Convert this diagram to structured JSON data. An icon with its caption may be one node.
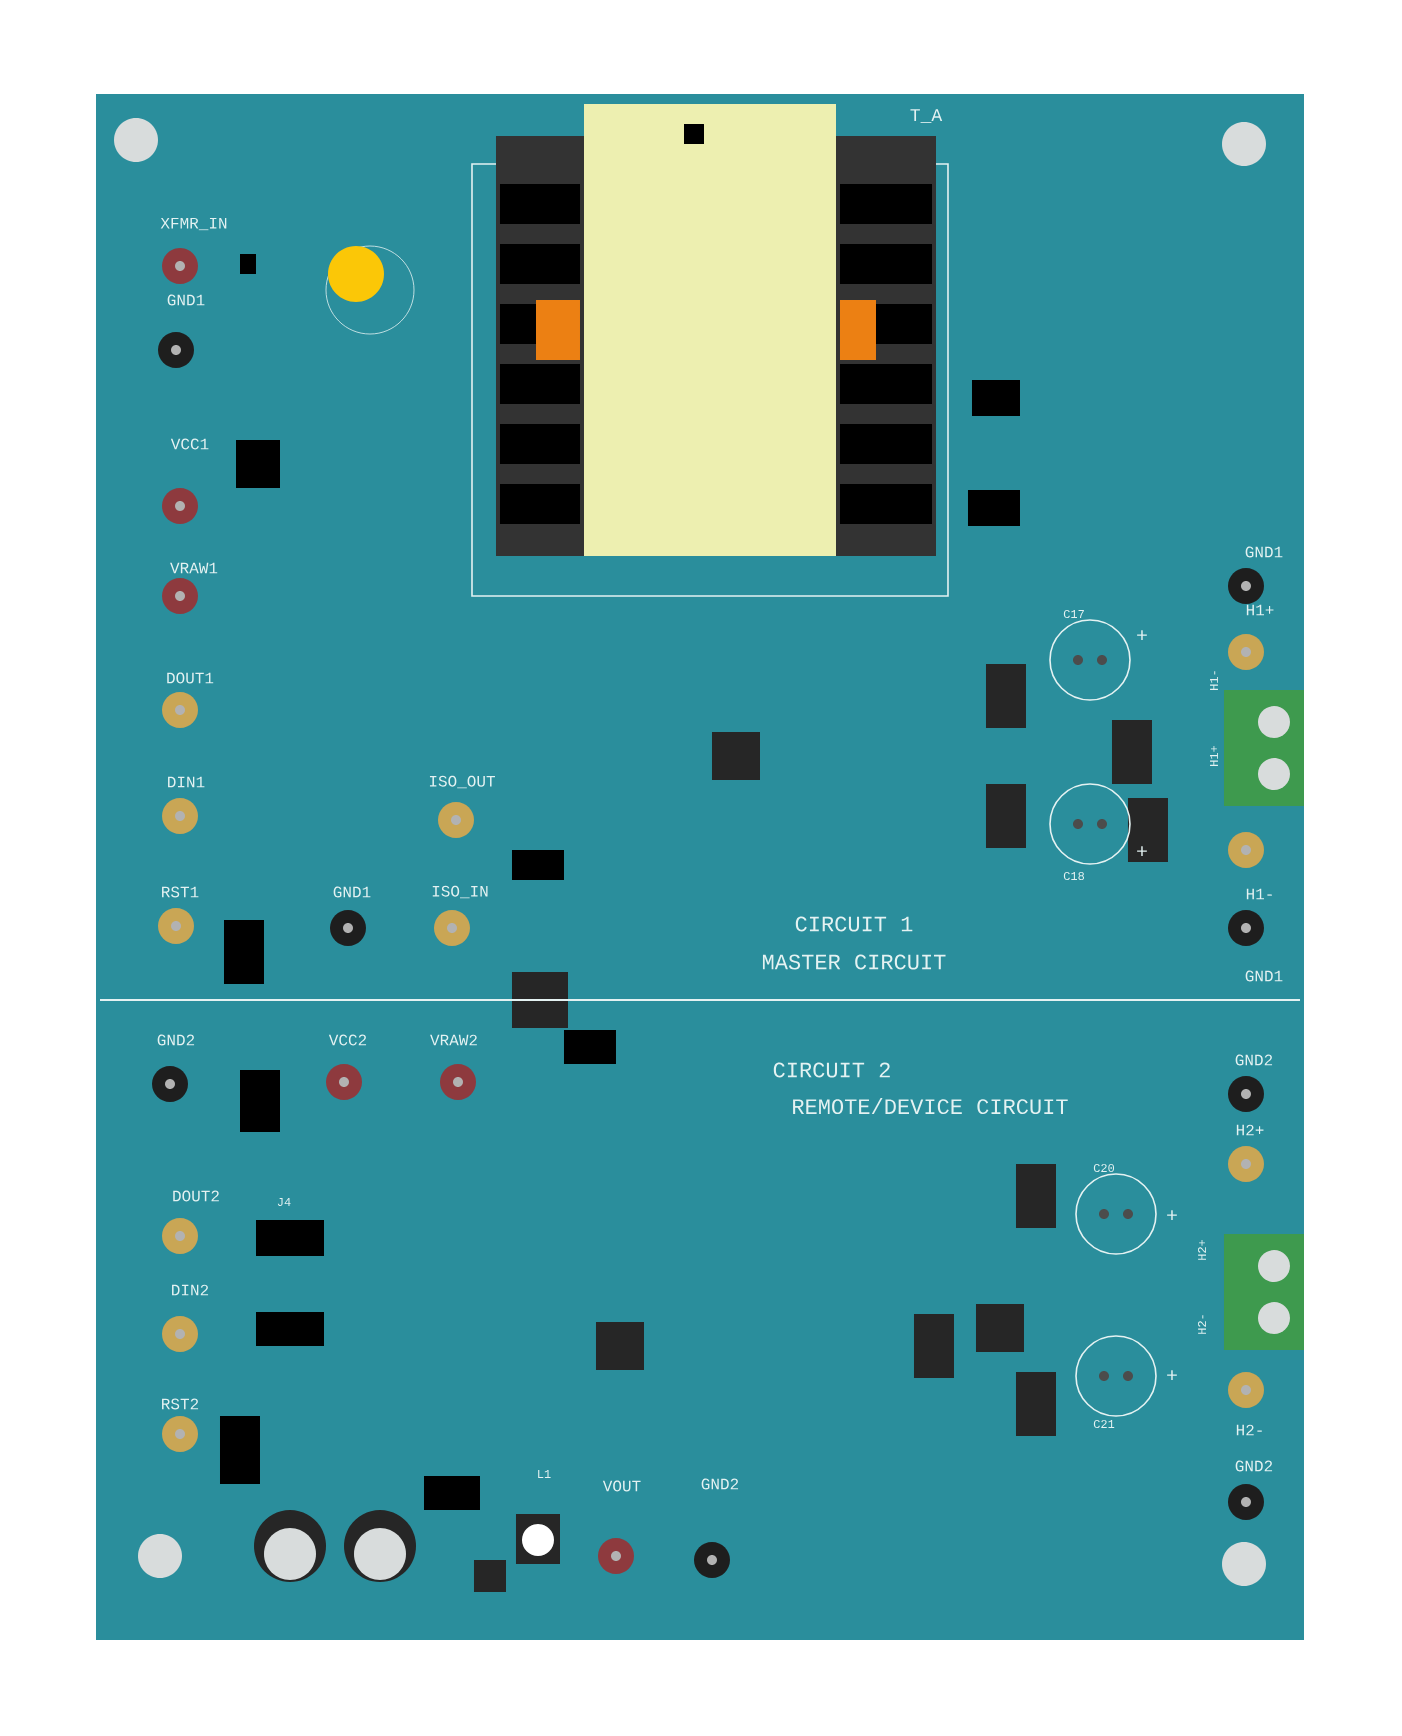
{
  "diagram": {
    "labels": [
      "T_A",
      "XFMR_IN",
      "GND1",
      "VCC1",
      "GND1",
      "VRAW1",
      "H1+",
      "C17",
      "+",
      "DOUT1",
      "H1-",
      "H1+",
      "DIN1",
      "ISO_OUT",
      "+",
      "C18",
      "RST1",
      "GND1",
      "ISO_IN",
      "H1-",
      "CIRCUIT 1",
      "MASTER CIRCUIT",
      "GND1",
      "GND2",
      "VCC2",
      "VRAW2",
      "GND2",
      "CIRCUIT 2",
      "REMOTE/DEVICE CIRCUIT",
      "H2+",
      "C20",
      "DOUT2",
      "J4",
      "+",
      "H2+",
      "DIN2",
      "H2-",
      "+",
      "RST2",
      "C21",
      "H2-",
      "GND2",
      "L1",
      "VOUT",
      "GND2"
    ]
  }
}
